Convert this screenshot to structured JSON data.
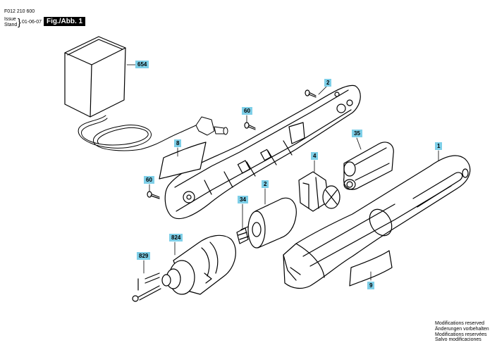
{
  "header": {
    "part_number": "F012 210 600",
    "issue_label": "Issue",
    "stand_label": "Stand",
    "issue_date": "01-06-07",
    "figure_tag": "Fig./Abb. 1"
  },
  "callouts": [
    {
      "id": "654",
      "label": "654"
    },
    {
      "id": "2a",
      "label": "2"
    },
    {
      "id": "60a",
      "label": "60"
    },
    {
      "id": "8",
      "label": "8"
    },
    {
      "id": "35",
      "label": "35"
    },
    {
      "id": "1",
      "label": "1"
    },
    {
      "id": "60b",
      "label": "60"
    },
    {
      "id": "4",
      "label": "4"
    },
    {
      "id": "2b",
      "label": "2"
    },
    {
      "id": "34",
      "label": "34"
    },
    {
      "id": "824",
      "label": "824"
    },
    {
      "id": "829",
      "label": "829"
    },
    {
      "id": "9",
      "label": "9"
    }
  ],
  "notes": [
    "Modifications reserved",
    "Änderungen vorbehalten",
    "Modifications reservées",
    "Salvo modificaciones"
  ],
  "colors": {
    "callout_bg": "#7ecfe8",
    "line": "#000000",
    "tag_bg": "#000000"
  }
}
